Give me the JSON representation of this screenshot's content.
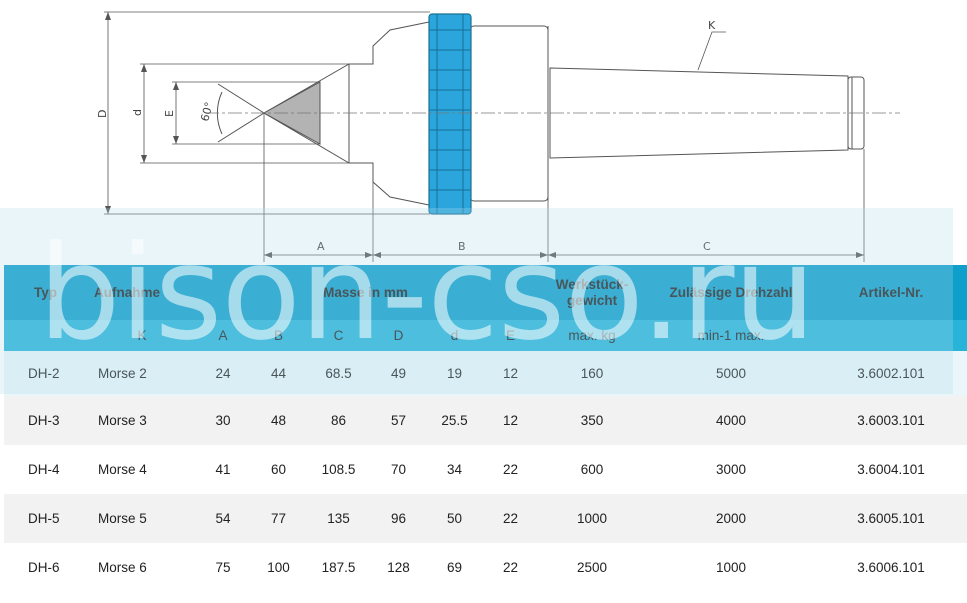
{
  "drawing": {
    "dim_labels": {
      "A": "A",
      "B": "B",
      "C": "C",
      "D": "D",
      "d": "d",
      "E": "E",
      "K": "K",
      "angle": "60°"
    },
    "colors": {
      "knurl": "#2aa6dc",
      "tip": "#b3b3b3",
      "line": "#555555"
    }
  },
  "table": {
    "header1": {
      "typ": "Typ",
      "aufnahme": "Aufnahme",
      "masse": "Masse in mm",
      "werkstueck_line1": "Werkstück-",
      "werkstueck_line2": "gewicht",
      "drehzahl": "Zulässige Drehzahl",
      "artikel": "Artikel-Nr."
    },
    "header2": {
      "k": "K",
      "a": "A",
      "b": "B",
      "c": "C",
      "d_upper": "D",
      "d_lower": "d",
      "e": "E",
      "kg": "max. kg",
      "rpm": "min-1 max."
    },
    "rows": [
      {
        "typ": "DH-2",
        "aufnahme": "Morse 2",
        "a": "24",
        "b": "44",
        "c": "68.5",
        "d_upper": "49",
        "d_lower": "19",
        "e": "12",
        "kg": "160",
        "rpm": "5000",
        "artikel": "3.6002.101"
      },
      {
        "typ": "DH-3",
        "aufnahme": "Morse 3",
        "a": "30",
        "b": "48",
        "c": "86",
        "d_upper": "57",
        "d_lower": "25.5",
        "e": "12",
        "kg": "350",
        "rpm": "4000",
        "artikel": "3.6003.101"
      },
      {
        "typ": "DH-4",
        "aufnahme": "Morse 4",
        "a": "41",
        "b": "60",
        "c": "108.5",
        "d_upper": "70",
        "d_lower": "34",
        "e": "22",
        "kg": "600",
        "rpm": "3000",
        "artikel": "3.6004.101"
      },
      {
        "typ": "DH-5",
        "aufnahme": "Morse 5",
        "a": "54",
        "b": "77",
        "c": "135",
        "d_upper": "96",
        "d_lower": "50",
        "e": "22",
        "kg": "1000",
        "rpm": "2000",
        "artikel": "3.6005.101"
      },
      {
        "typ": "DH-6",
        "aufnahme": "Morse 6",
        "a": "75",
        "b": "100",
        "c": "187.5",
        "d_upper": "128",
        "d_lower": "69",
        "e": "22",
        "kg": "2500",
        "rpm": "1000",
        "artikel": "3.6006.101"
      }
    ]
  },
  "watermark": {
    "text": "bison-cso.ru"
  }
}
